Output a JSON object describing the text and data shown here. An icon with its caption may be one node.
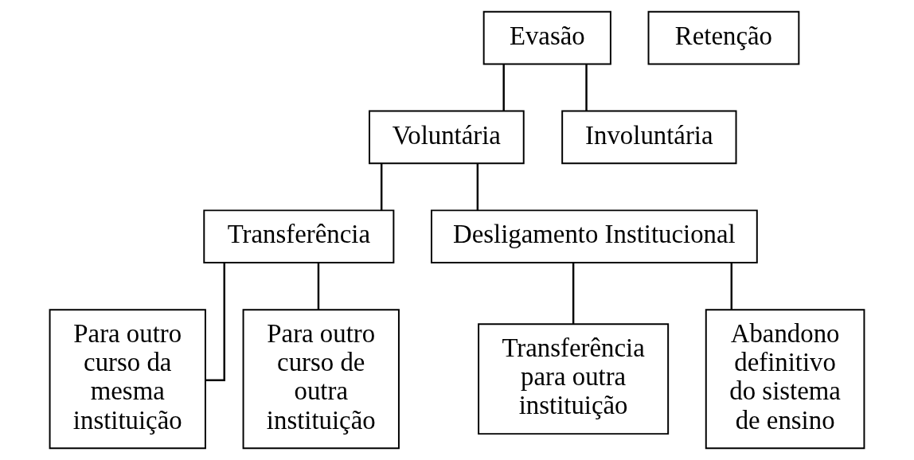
{
  "diagram": {
    "nodes": [
      {
        "text": [
          "Evasão"
        ]
      },
      {
        "text": [
          "Retenção"
        ]
      },
      {
        "text": [
          "Voluntária"
        ]
      },
      {
        "text": [
          "Involuntária"
        ]
      },
      {
        "text": [
          "Transferência"
        ]
      },
      {
        "text": [
          "Desligamento Institucional"
        ]
      },
      {
        "text": [
          "Para outro curso da mesma instituição"
        ]
      },
      {
        "text": [
          "Para outro curso de outra instituição"
        ]
      },
      {
        "text": [
          "Transferência para outra instituição"
        ]
      },
      {
        "text": [
          "Abandono definitivo do sistema de ensino"
        ]
      }
    ],
    "edges": [
      {
        "from": 0,
        "to": 2,
        "arrow": "none"
      },
      {
        "from": 0,
        "to": 3,
        "arrow": "none"
      },
      {
        "from": 2,
        "to": 4,
        "arrow": "none"
      },
      {
        "from": 2,
        "to": 5,
        "arrow": "none"
      },
      {
        "from": 4,
        "to": 6,
        "arrow": "none"
      },
      {
        "from": 4,
        "to": 7,
        "arrow": "none"
      },
      {
        "from": 5,
        "to": 8,
        "arrow": "none"
      },
      {
        "from": 5,
        "to": 9,
        "arrow": "none"
      }
    ]
  }
}
